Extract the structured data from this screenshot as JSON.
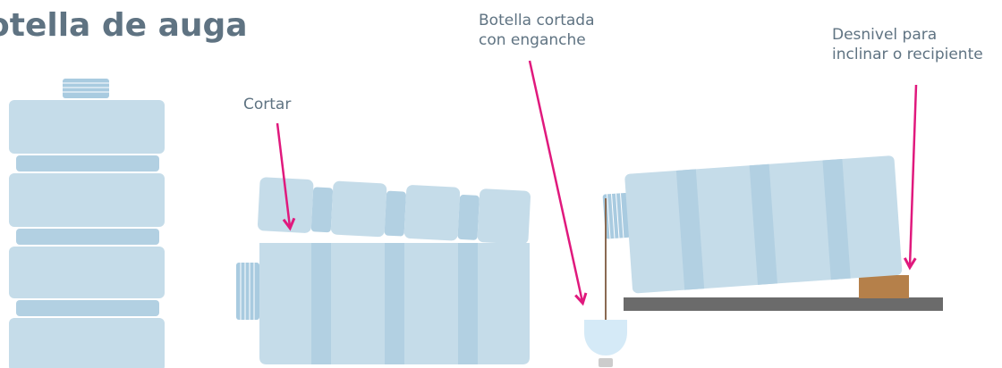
{
  "title": "otella de auga",
  "labels": {
    "cortar": "Cortar",
    "bottle_cut": [
      "Botella cortada",
      "con enganche"
    ],
    "slope": [
      "Desnivel para",
      "inclinar o recipiente"
    ]
  },
  "colors": {
    "bottle": "#c5dce9",
    "bottle_groove": "#b2d0e2",
    "bottle_thread": "#a9cbe0",
    "arrow": "#e0197d",
    "text": "#5f7382",
    "base_bar": "#6b6b6b",
    "wood_block": "#b5804a",
    "string": "#8a6a52",
    "cup": "#d5eaf7"
  }
}
